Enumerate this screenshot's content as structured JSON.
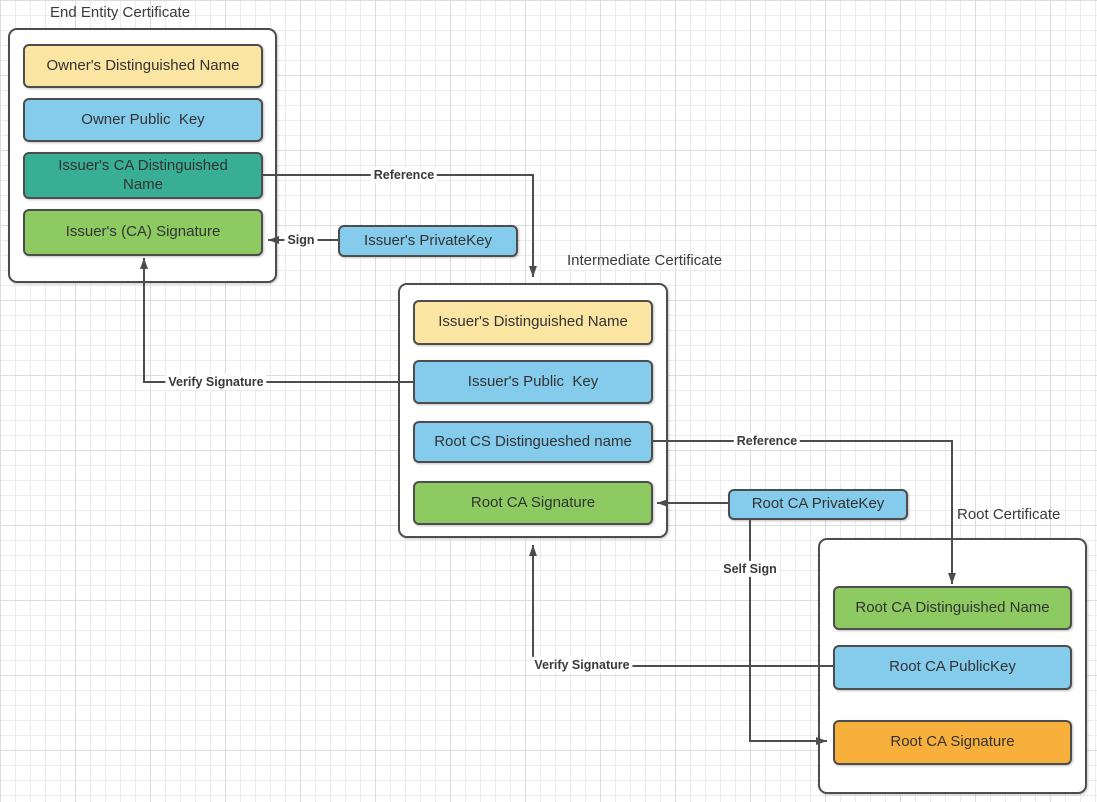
{
  "colors": {
    "yellow": "#FBE5A2",
    "blue": "#84CBEC",
    "teal": "#38AF94",
    "green": "#8DCB62",
    "orange": "#F8B03D",
    "line": "#4D4D4D",
    "text": "#383838"
  },
  "groups": [
    {
      "title": "End Entity Certificate",
      "boxes": [
        {
          "label": "Owner's Distinguished Name",
          "color": "yellow"
        },
        {
          "label": "Owner Public  Key",
          "color": "blue"
        },
        {
          "label": "Issuer's CA Distinguished\nName",
          "color": "teal"
        },
        {
          "label": "Issuer's (CA) Signature",
          "color": "green"
        }
      ]
    },
    {
      "title": "Intermediate Certificate",
      "boxes": [
        {
          "label": "Issuer's Distinguished Name",
          "color": "yellow"
        },
        {
          "label": "Issuer's Public  Key",
          "color": "blue"
        },
        {
          "label": "Root CS Distingueshed name",
          "color": "blue"
        },
        {
          "label": "Root CA Signature",
          "color": "green"
        }
      ]
    },
    {
      "title": "Root Certificate",
      "boxes": [
        {
          "label": "Root CA Distinguished Name",
          "color": "green"
        },
        {
          "label": "Root CA PublicKey",
          "color": "blue"
        },
        {
          "label": "Root CA Signature",
          "color": "orange"
        }
      ]
    }
  ],
  "keys": [
    {
      "label": "Issuer's PrivateKey"
    },
    {
      "label": "Root CA PrivateKey"
    }
  ],
  "edge_labels": {
    "reference_top": "Reference",
    "sign": "Sign",
    "verify_left": "Verify Signature",
    "reference_right": "Reference",
    "self_sign": "Self Sign",
    "verify_bottom": "Verify Signature"
  }
}
